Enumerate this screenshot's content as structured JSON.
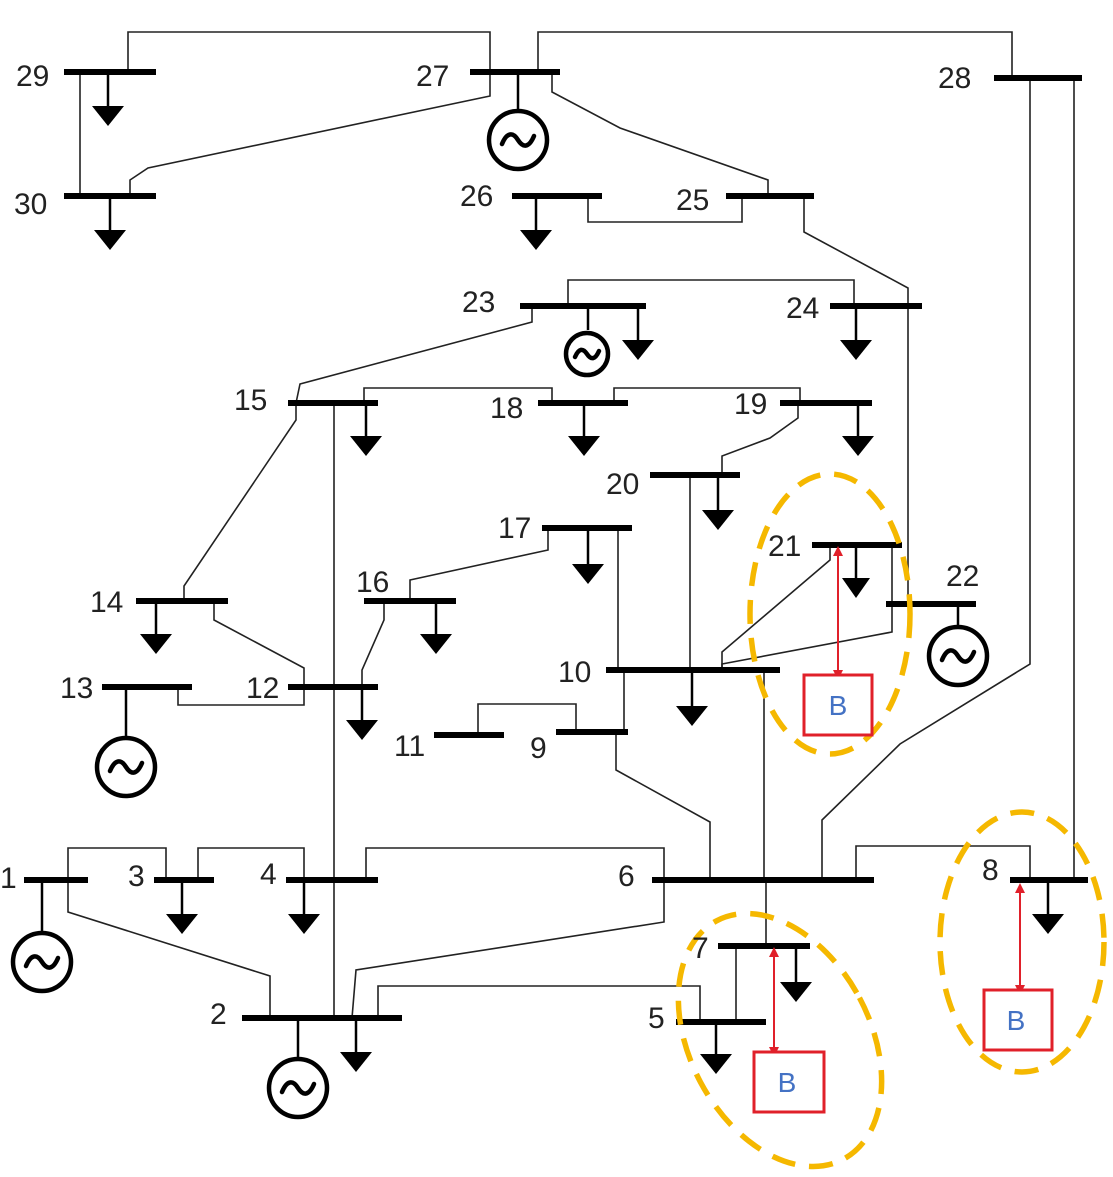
{
  "bus_labels": {
    "b1": "1",
    "b2": "2",
    "b3": "3",
    "b4": "4",
    "b5": "5",
    "b6": "6",
    "b7": "7",
    "b8": "8",
    "b9": "9",
    "b10": "10",
    "b11": "11",
    "b12": "12",
    "b13": "13",
    "b14": "14",
    "b15": "15",
    "b16": "16",
    "b17": "17",
    "b18": "18",
    "b19": "19",
    "b20": "20",
    "b21": "21",
    "b22": "22",
    "b23": "23",
    "b24": "24",
    "b25": "25",
    "b26": "26",
    "b27": "27",
    "b28": "28",
    "b29": "29",
    "b30": "30"
  },
  "battery_label": "B",
  "colors": {
    "line": "#222222",
    "bus": "#000000",
    "highlight_ellipse": "#F5B800",
    "battery_border": "#E0202A",
    "battery_text": "#4472C4",
    "connector_arrow": "#E0202A"
  },
  "icons": [
    "generator-icon",
    "load-arrow-icon",
    "battery-box"
  ]
}
